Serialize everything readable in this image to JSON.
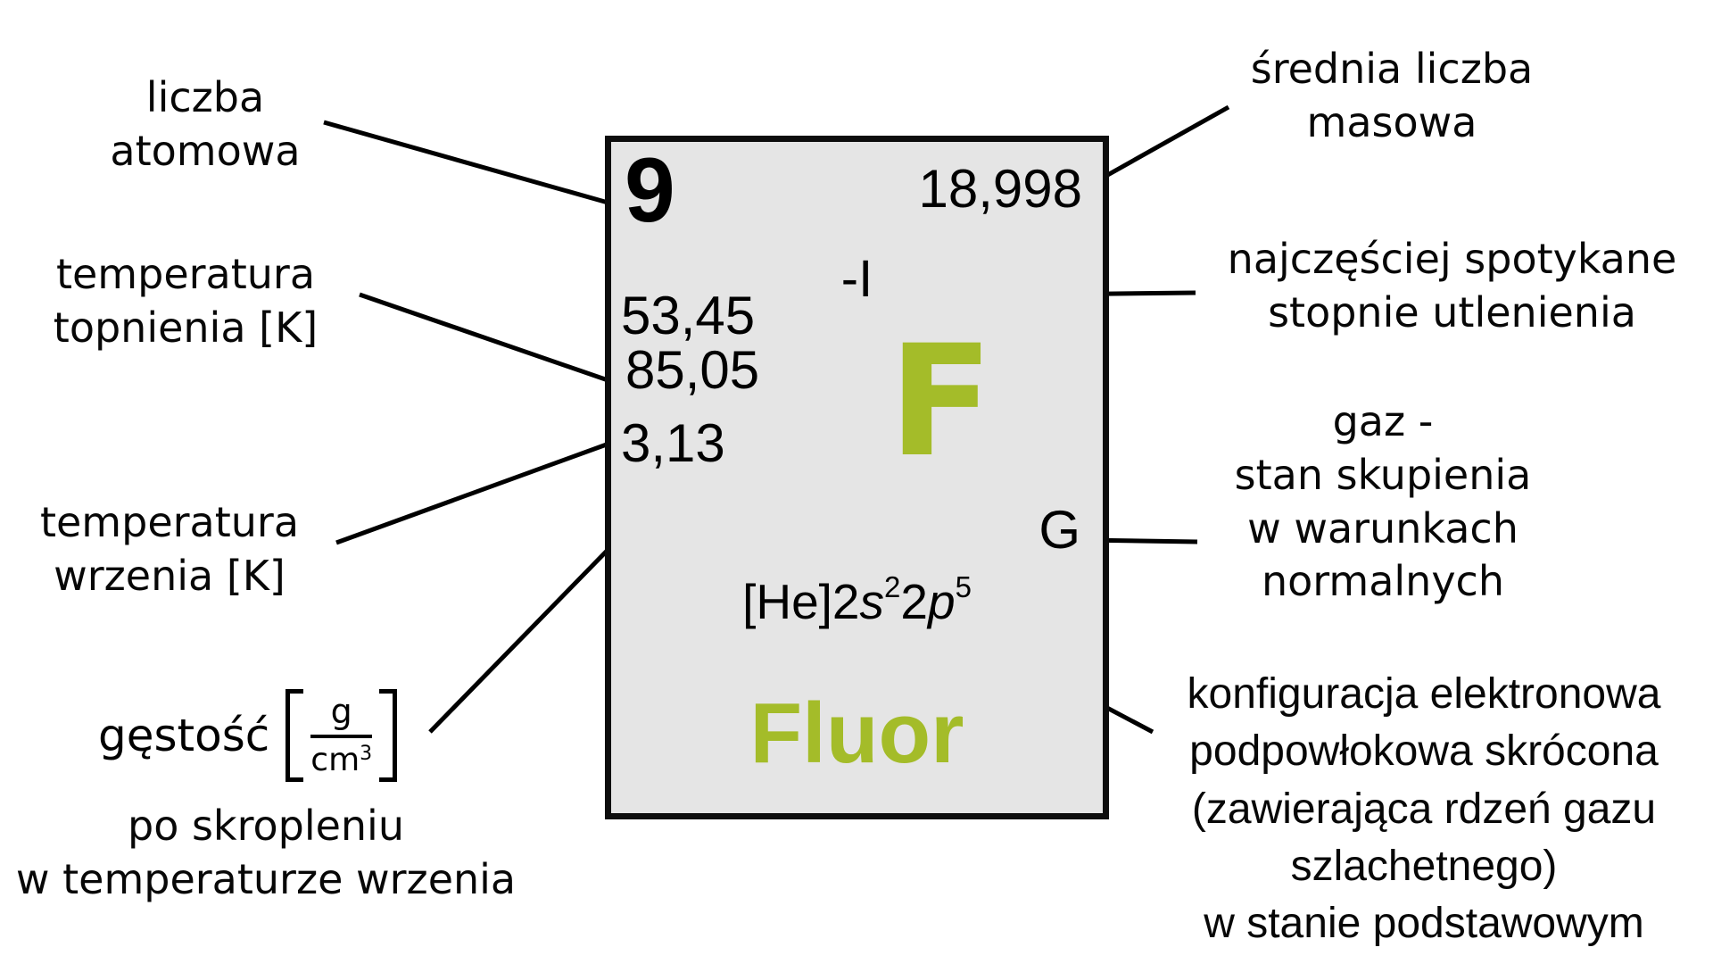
{
  "card": {
    "atomic_number": "9",
    "mass_number": "18,998",
    "oxidation_states": "-I",
    "symbol": "F",
    "melting_point": "53,45",
    "boiling_point": "85,05",
    "density": "3,13",
    "state_symbol": "G",
    "name": "Fluor",
    "electron_config": {
      "core": "[He]2",
      "s": "s",
      "s_exp": "2",
      "two": "2",
      "p": "p",
      "p_exp": "5"
    }
  },
  "labels": {
    "atomic_number": {
      "line1": "liczba",
      "line2": "atomowa"
    },
    "melting": {
      "line1": "temperatura",
      "line2": "topnienia [K]"
    },
    "boiling": {
      "line1": "temperatura",
      "line2": "wrzenia [K]"
    },
    "density": {
      "word": "gęstość",
      "unit_num": "g",
      "unit_den": "cm",
      "unit_den_exp": "3"
    },
    "density_note": {
      "line1": "po skropleniu",
      "line2": "w temperaturze wrzenia"
    },
    "mass": {
      "line1": "średnia liczba",
      "line2": "masowa"
    },
    "oxidation": {
      "line1": "najczęściej spotykane",
      "line2": "stopnie utlenienia"
    },
    "state": {
      "line1": "gaz -",
      "line2": "stan skupienia",
      "line3": "w warunkach",
      "line4": "normalnych"
    },
    "config": {
      "line1": "konfiguracja elektronowa",
      "line2": "podpowłokowa skrócona",
      "line3": "(zawierająca rdzeń gazu",
      "line4": "szlachetnego)",
      "line5": "w stanie podstawowym"
    }
  },
  "colors": {
    "accent_green": "#a4bc29",
    "card_background": "#e5e5e5",
    "text": "#000000"
  }
}
